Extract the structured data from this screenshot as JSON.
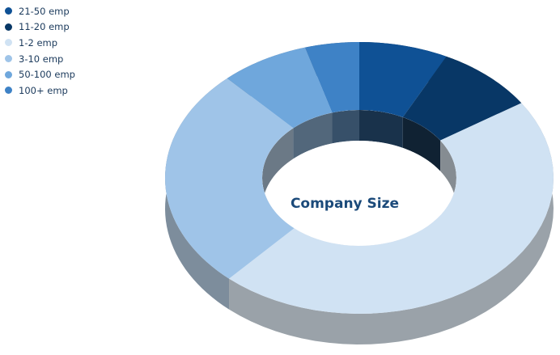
{
  "chart_data": {
    "type": "pie",
    "variant": "3d-donut",
    "title": "Company Size",
    "legend_position": "top-left",
    "categories": [
      "21-50 emp",
      "11-20 emp",
      "1-2 emp",
      "3-10 emp",
      "50-100 emp",
      "100+ emp"
    ],
    "values": [
      7.4,
      8.3,
      46.0,
      26.4,
      7.4,
      4.5
    ],
    "colors": [
      "#0f5195",
      "#083766",
      "#d0e2f3",
      "#9fc4e8",
      "#6fa7dc",
      "#3e82c6"
    ]
  }
}
